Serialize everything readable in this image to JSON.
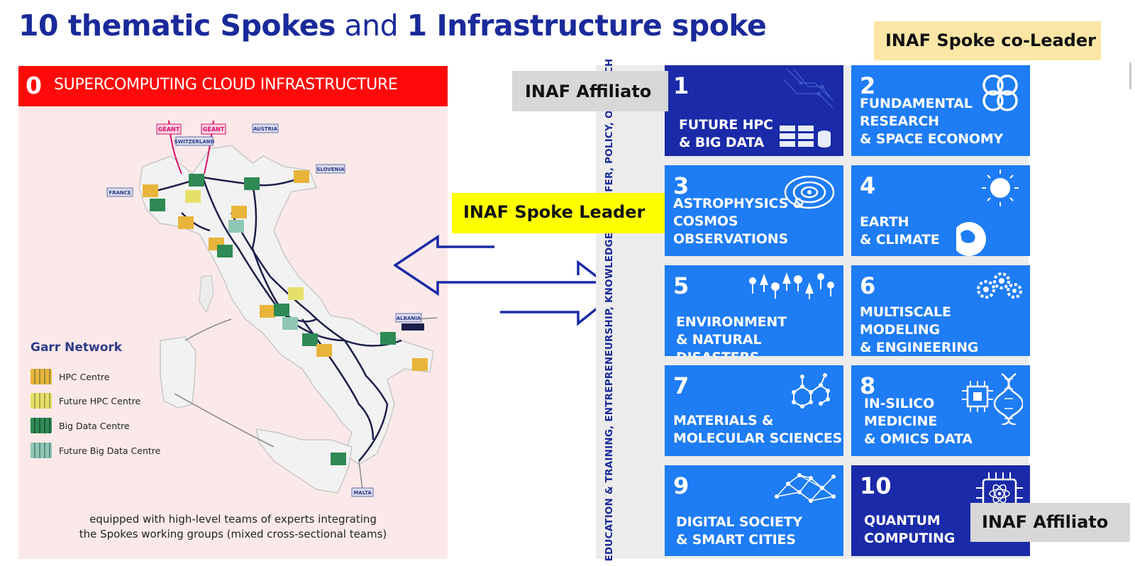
{
  "title": {
    "part1": "10 thematic Spokes",
    "part2": " and ",
    "part3": "1 Infrastructure spoke"
  },
  "infrastructure": {
    "number": "0",
    "label": "SUPERCOMPUTING CLOUD INFRASTRUCTURE",
    "network_title": "Garr Network",
    "legend": [
      {
        "label": "HPC Centre",
        "color": "#e8b53a",
        "color2": "#9a8a3a"
      },
      {
        "label": "Future HPC Centre",
        "color": "#e6e06a",
        "color2": "#a9a84a"
      },
      {
        "label": "Big Data Centre",
        "color": "#2f8a55",
        "color2": "#1d5c38"
      },
      {
        "label": "Future Big Data Centre",
        "color": "#8fc7b4",
        "color2": "#5b8f85"
      }
    ],
    "map_labels": [
      "GÉANT",
      "GÉANT",
      "SWITZERLAND",
      "AUSTRIA",
      "SLOVENIA",
      "FRANCE",
      "ALBANIA",
      "MALTA"
    ],
    "caption_line1": "equipped with high-level teams of experts integrating",
    "caption_line2": "the Spokes working groups (mixed cross-sectional teams)"
  },
  "vertical_text": "EDUCATION & TRAINING, ENTREPRENEURSHIP, KNOWLEDGE TRANSFER, POLICY, OUTREACH",
  "spokes": [
    {
      "number": "1",
      "label": "FUTURE HPC\n& BIG DATA",
      "icon": "server-icon"
    },
    {
      "number": "2",
      "label": "FUNDAMENTAL\nRESEARCH\n& SPACE ECONOMY",
      "icon": "atom-cluster-icon"
    },
    {
      "number": "3",
      "label": "ASTROPHYSICS &\nCOSMOS\nOBSERVATIONS",
      "icon": "galaxy-icon"
    },
    {
      "number": "4",
      "label": "EARTH\n& CLIMATE",
      "icon": "sun-globe-icon"
    },
    {
      "number": "5",
      "label": "ENVIRONMENT\n& NATURAL DISASTERS",
      "icon": "trees-icon"
    },
    {
      "number": "6",
      "label": "MULTISCALE MODELING\n& ENGINEERING\nAPPLICATIONS",
      "icon": "gears-icon"
    },
    {
      "number": "7",
      "label": "MATERIALS &\nMOLECULAR SCIENCES",
      "icon": "molecule-icon"
    },
    {
      "number": "8",
      "label": "IN-SILICO\nMEDICINE\n& OMICS DATA",
      "icon": "chip-dna-icon"
    },
    {
      "number": "9",
      "label": "DIGITAL SOCIETY\n& SMART CITIES",
      "icon": "network-icon"
    },
    {
      "number": "10",
      "label": "QUANTUM\nCOMPUTING",
      "icon": "quantum-chip-icon"
    }
  ],
  "callouts": {
    "co_leader": "INAF Spoke co-Leader",
    "affiliato_top": "INAF Affiliato",
    "leader": "INAF Spoke Leader",
    "affiliato_bottom": "INAF Affiliato"
  },
  "colors": {
    "title": "#1a2a9a",
    "tile": "#1e7cf4",
    "tile_dark": "#1a2aa8",
    "infra_header": "#ff0a0a",
    "infra_bg": "#fbe9e9"
  }
}
